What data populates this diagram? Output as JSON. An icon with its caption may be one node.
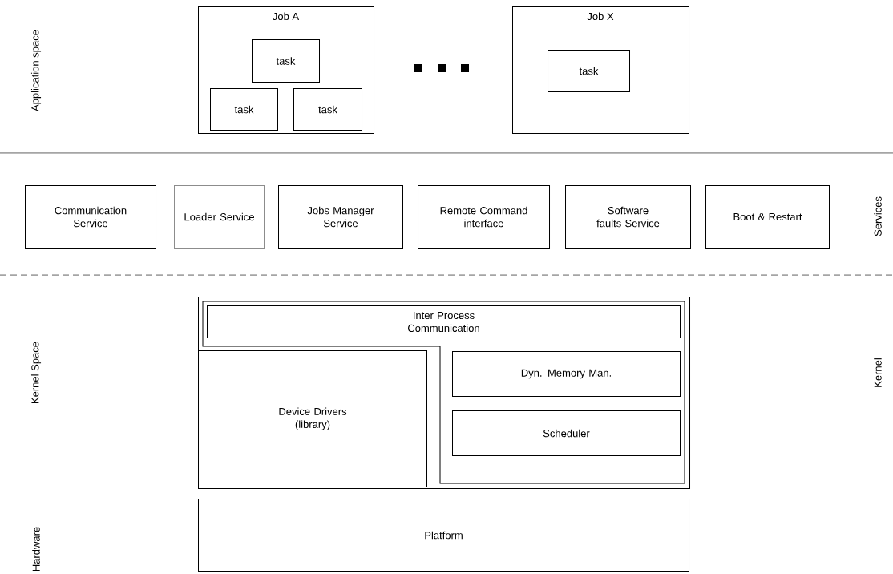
{
  "diagram": {
    "nodes": [
      {
        "text": [
          "Job A"
        ]
      },
      {
        "text": [
          "task"
        ],
        "in": 0
      },
      {
        "text": [
          "task"
        ],
        "in": 0
      },
      {
        "text": [
          "task"
        ],
        "in": 0
      },
      {
        "text": [
          "Job X"
        ]
      },
      {
        "text": [
          "task"
        ],
        "in": 4
      },
      {
        "text": [
          "Communication Service"
        ]
      },
      {
        "text": [
          "Loader Service"
        ]
      },
      {
        "text": [
          "Jobs Manager Service"
        ]
      },
      {
        "text": [
          "Remote Command interface"
        ]
      },
      {
        "text": [
          "Software faults Service"
        ]
      },
      {
        "text": [
          "Boot & Restart"
        ]
      },
      {
        "text": [],
        "shape": "box"
      },
      {
        "text": [
          "Inter Process Communication"
        ],
        "in": 12
      },
      {
        "text": [
          "Device Drivers (library)"
        ],
        "in": 12
      },
      {
        "text": [
          "Dyn. Memory Man."
        ],
        "in": 12
      },
      {
        "text": [
          "Scheduler"
        ],
        "in": 12
      },
      {
        "text": [
          "Platform"
        ]
      }
    ],
    "labels": [
      "Application space",
      "Services",
      "Kernel Space",
      "Kernel",
      "Hardware"
    ]
  }
}
